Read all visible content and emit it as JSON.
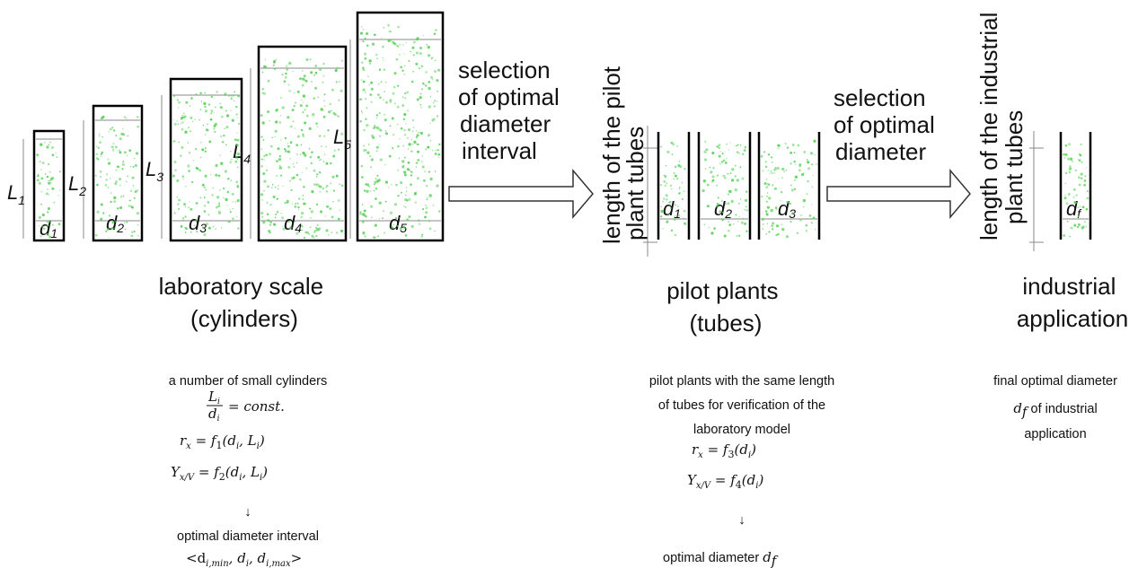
{
  "lab": {
    "vessels": [
      {
        "L": "L",
        "L_sub": "1",
        "d": "d",
        "d_sub": "1"
      },
      {
        "L": "L",
        "L_sub": "2",
        "d": "d",
        "d_sub": "2"
      },
      {
        "L": "L",
        "L_sub": "3",
        "d": "d",
        "d_sub": "3"
      },
      {
        "L": "L",
        "L_sub": "4",
        "d": "d",
        "d_sub": "4"
      },
      {
        "L": "L",
        "L_sub": "5",
        "d": "d",
        "d_sub": "5"
      }
    ],
    "caption_line1": "laboratory scale",
    "caption_line2": "(cylinders)",
    "desc_line1": "a number of small cylinders",
    "ratio_num": "L",
    "ratio_num_sub": "i",
    "ratio_den": "d",
    "ratio_den_sub": "i",
    "ratio_rhs": "= const.",
    "eq1": "r",
    "eq1_sub": "x",
    "eq1_rhs": " =  f",
    "eq1_fsub": "1",
    "eq1_args": "(d",
    "eq1_args_sub": "i",
    "eq1_args2": ", L",
    "eq1_args2_sub": "i",
    "eq1_close": ")",
    "eq2": "Y",
    "eq2_sub": "x/V",
    "eq2_rhs": "  =  f",
    "eq2_fsub": "2",
    "eq2_args": "(d",
    "eq2_args_sub": "i",
    "eq2_args2": ", L",
    "eq2_args2_sub": "i",
    "eq2_close": ")",
    "arrow_down": "↓",
    "desc_line2": "optimal diameter interval",
    "interval_open": "<d",
    "interval_sub1": "i,min",
    "interval_mid": ", d",
    "interval_sub2": "i",
    "interval_mid2": ", d",
    "interval_sub3": "i,max",
    "interval_close": ">"
  },
  "arrow1": {
    "line1": "selection",
    "line2": "of  optimal",
    "line3": "diameter",
    "line4": "interval"
  },
  "pilot": {
    "vertical_line1": "length of the pilot",
    "vertical_line2": "plant tubes",
    "tubes": [
      {
        "d": "d",
        "d_sub": "1"
      },
      {
        "d": "d",
        "d_sub": "2"
      },
      {
        "d": "d",
        "d_sub": "3"
      }
    ],
    "caption_line1": "pilot plants",
    "caption_line2": "(tubes)",
    "desc_line1": "pilot plants with the same length",
    "desc_line2": "of tubes for verification of the",
    "desc_line3": "laboratory model",
    "eq1": "r",
    "eq1_sub": "x",
    "eq1_rhs": " =  f",
    "eq1_fsub": "3",
    "eq1_args": "(d",
    "eq1_args_sub": "i",
    "eq1_close": ")",
    "eq2": "Y",
    "eq2_sub": "x/V",
    "eq2_rhs": "  =  f",
    "eq2_fsub": "4",
    "eq2_args": "(d",
    "eq2_args_sub": "i",
    "eq2_close": ")",
    "arrow_down": "↓",
    "desc_line4": "optimal diameter",
    "final_d": "d",
    "final_d_sub": "f"
  },
  "arrow2": {
    "line1": "selection",
    "line2": "of  optimal",
    "line3": "diameter"
  },
  "industrial": {
    "vertical_line1": "length of the industrial",
    "vertical_line2": "plant tubes",
    "tube_d": "d",
    "tube_d_sub": "f",
    "caption_line1": "industrial",
    "caption_line2": "application",
    "desc_line1": "final optimal diameter",
    "desc_d": "d",
    "desc_d_sub": "f",
    "desc_line2_rest": " of industrial",
    "desc_line3": "application"
  },
  "colors": {
    "particles": "#5fd35f",
    "outline": "#000000",
    "dimension": "#8a8a8a"
  }
}
